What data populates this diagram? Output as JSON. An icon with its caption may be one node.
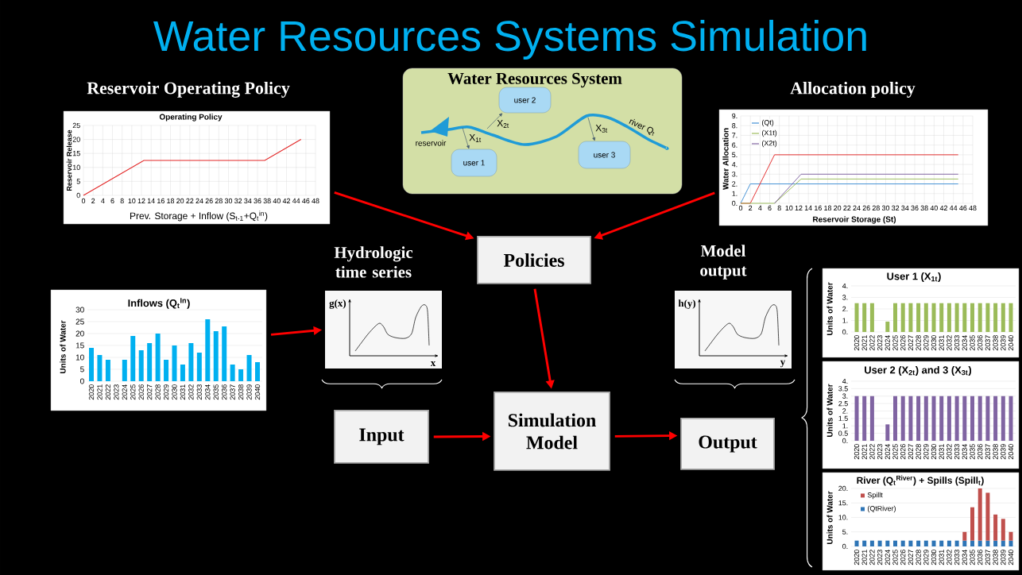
{
  "diagram": {
    "title": "Water Resources Systems Simulation",
    "nodes": [
      {
        "text": [
          "Reservoir Operating Policy",
          "Operating Policy",
          "Reservoir Release",
          "Prev. Storage + Inflow (S$_{t-1}$+Q$_{t}$$^{in}$)"
        ]
      },
      {
        "text": [
          "Water Resources System",
          "reservoir",
          "river Q$_{t}$"
        ]
      },
      {
        "text": [
          "user 1"
        ],
        "in": 1
      },
      {
        "text": [
          "user 2"
        ],
        "in": 1
      },
      {
        "text": [
          "user 3"
        ],
        "in": 1
      },
      {
        "text": [
          "Allocation policy",
          "Water Allocation",
          "Reservoir Storage (St)",
          "(Qt)",
          "(X1t)",
          "(X2t)"
        ]
      },
      {
        "text": [
          "Policies"
        ]
      },
      {
        "text": [
          "Inflows (Q$_{t}$$^{In}$)",
          "Units of Water"
        ]
      },
      {
        "text": [
          "Hydrologic time series",
          "g(x)",
          "x"
        ]
      },
      {
        "text": [
          "Model output",
          "h(y)",
          "y"
        ]
      },
      {
        "text": [
          "Input"
        ]
      },
      {
        "text": [
          "Simulation Model"
        ]
      },
      {
        "text": [
          "Output"
        ]
      },
      {
        "text": [
          "User 1 (X$_{1t}$)",
          "Units of Water"
        ]
      },
      {
        "text": [
          "User 2 (X$_{2t}$) and 3 (X$_{3t}$)",
          "Units of Water"
        ]
      },
      {
        "text": [
          "River (Q$_{t}$$^{River}$) + Spills (Spill$_{t}$)",
          "Units of Water",
          "Spillt",
          "(QtRiver)"
        ]
      }
    ],
    "edges": [
      {
        "from": 0,
        "to": 6,
        "arrow": "to"
      },
      {
        "from": 5,
        "to": 6,
        "arrow": "to"
      },
      {
        "from": 7,
        "to": 8,
        "arrow": "to"
      },
      {
        "from": 6,
        "to": 11,
        "arrow": "to"
      },
      {
        "from": 10,
        "to": 11,
        "arrow": "to"
      },
      {
        "from": 11,
        "to": 12,
        "arrow": "to"
      },
      {
        "from": null,
        "to": 2,
        "arrow": "to",
        "label": "X$_{1t}$",
        "color": "#4a6070"
      },
      {
        "from": null,
        "to": 3,
        "arrow": "to",
        "label": "X$_{2t}$",
        "color": "#4a6070"
      },
      {
        "from": null,
        "to": 4,
        "arrow": "to",
        "label": "X$_{3t}$",
        "color": "#4a6070"
      }
    ],
    "labels": [
      "0",
      "5",
      "10",
      "15",
      "20",
      "25",
      "0",
      "2",
      "4",
      "6",
      "8",
      "10",
      "12",
      "14",
      "16",
      "18",
      "20",
      "22",
      "24",
      "26",
      "28",
      "30",
      "32",
      "34",
      "36",
      "38",
      "40",
      "42",
      "44",
      "46",
      "48",
      "0.",
      "1.",
      "2.",
      "3.",
      "4.",
      "5.",
      "6.",
      "7.",
      "8.",
      "9.",
      "0",
      "2",
      "4",
      "6",
      "8",
      "10",
      "12",
      "14",
      "16",
      "18",
      "20",
      "22",
      "24",
      "26",
      "28",
      "30",
      "32",
      "34",
      "36",
      "38",
      "40",
      "42",
      "44",
      "46",
      "48",
      "0",
      "5",
      "10",
      "15",
      "20",
      "25",
      "30",
      "2020",
      "2021",
      "2022",
      "2023",
      "2024",
      "2025",
      "2026",
      "2027",
      "2028",
      "2029",
      "2030",
      "2031",
      "2032",
      "2033",
      "2034",
      "2035",
      "2036",
      "2037",
      "2038",
      "2039",
      "2040",
      "0.",
      "1.",
      "2.",
      "3.",
      "4.",
      "2020",
      "2021",
      "2022",
      "2023",
      "2024",
      "2025",
      "2026",
      "2027",
      "2028",
      "2029",
      "2030",
      "2031",
      "2032",
      "2033",
      "2034",
      "2035",
      "2036",
      "2037",
      "2038",
      "2039",
      "2040",
      "0.",
      "0.5",
      "1.",
      "1.5",
      "2.",
      "2.5",
      "3.",
      "3.5",
      "4.",
      "2020",
      "2021",
      "2022",
      "2023",
      "2024",
      "2025",
      "2026",
      "2027",
      "2028",
      "2029",
      "2030",
      "2031",
      "2032",
      "2033",
      "2034",
      "2035",
      "2036",
      "2037",
      "2038",
      "2039",
      "2040",
      "0.",
      "5.",
      "10.",
      "15.",
      "20.",
      "2020",
      "2021",
      "2022",
      "2023",
      "2024",
      "2025",
      "2026",
      "2027",
      "2028",
      "2029",
      "2030",
      "2031",
      "2032",
      "2033",
      "2034",
      "2035",
      "2036",
      "2037",
      "2038",
      "2039",
      "2040"
    ]
  }
}
